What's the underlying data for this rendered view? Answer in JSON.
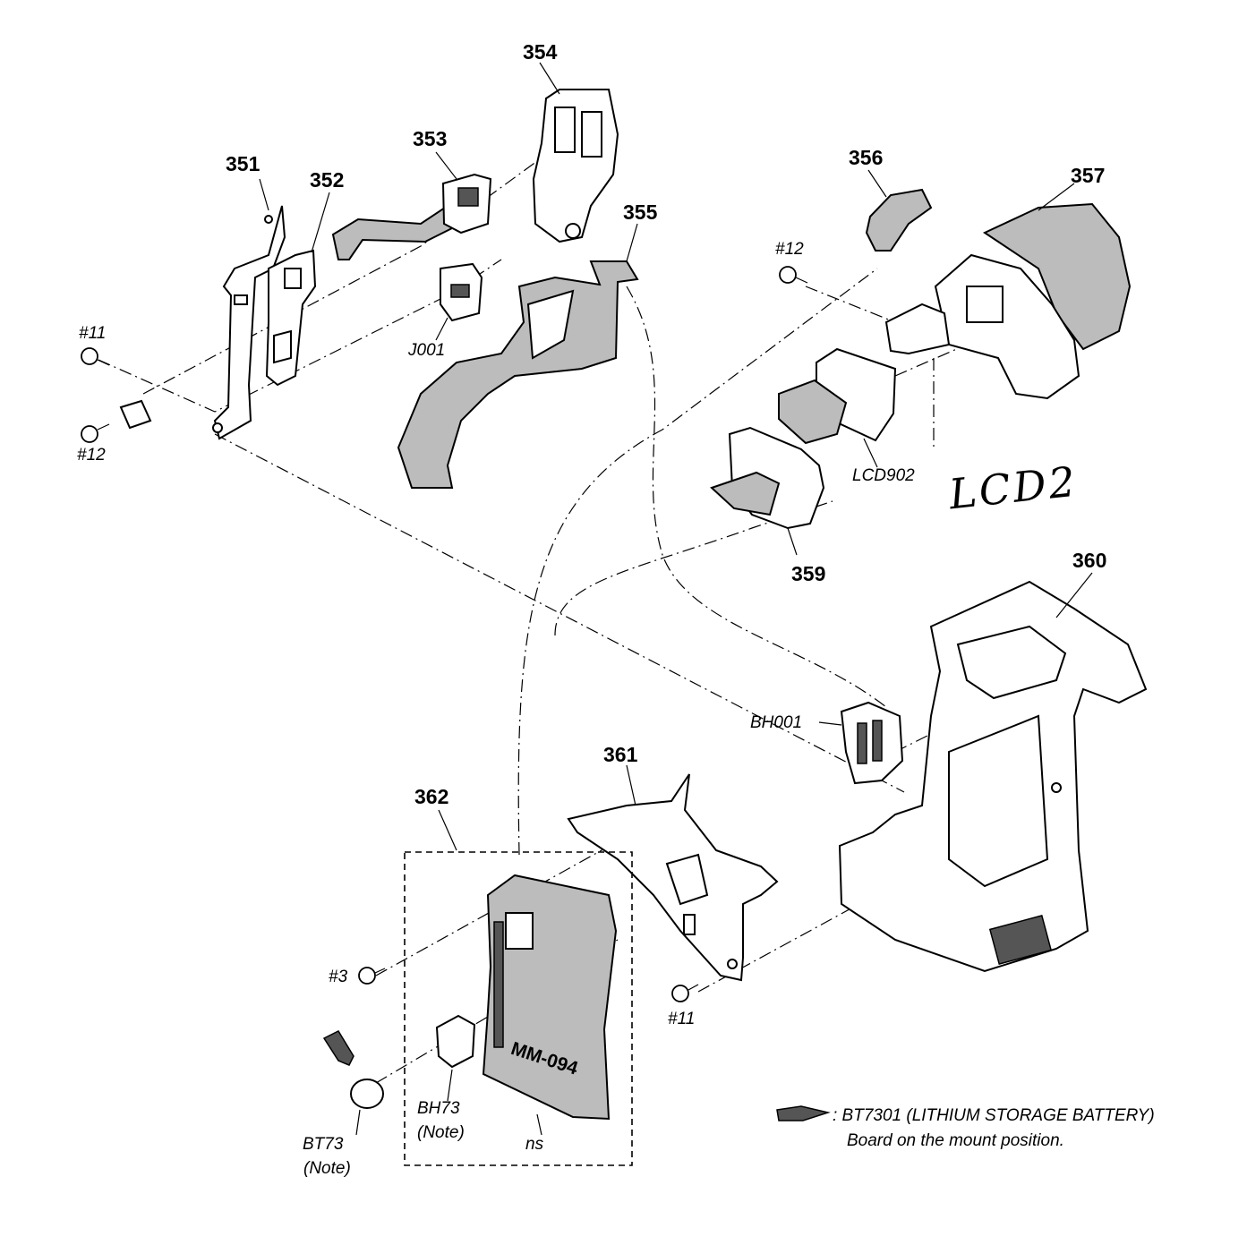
{
  "labels": {
    "p351": "351",
    "p352": "352",
    "p353": "353",
    "p354": "354",
    "p355": "355",
    "p356": "356",
    "p357": "357",
    "p359": "359",
    "p360": "360",
    "p361": "361",
    "p362": "362",
    "j001": "J001",
    "lcd902": "LCD902",
    "bh001": "BH001",
    "bh73": "BH73",
    "bh73_note": "(Note)",
    "bt73": "BT73",
    "bt73_note": "(Note)",
    "ns": "ns",
    "screw_11_top": "#11",
    "screw_12_left": "#12",
    "screw_12_right": "#12",
    "screw_3": "#3",
    "screw_11_bottom": "#11",
    "handwritten": "LCD2",
    "board_marking": "MM-094"
  },
  "legend": {
    "line1": ": BT7301 (LITHIUM STORAGE BATTERY)",
    "line2": "Board on the mount position."
  }
}
